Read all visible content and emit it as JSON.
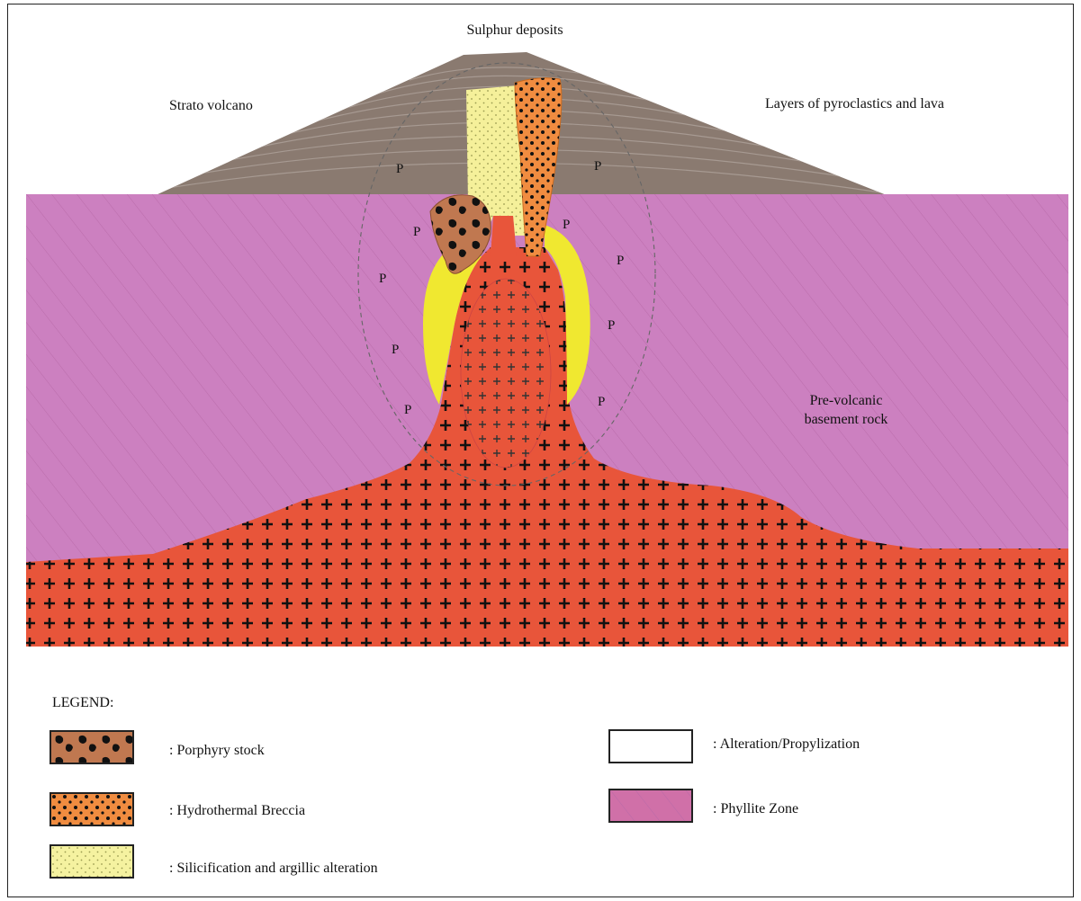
{
  "labels": {
    "sulphur": "Sulphur deposits",
    "strato": "Strato volcano",
    "layers": "Layers of pyroclastics and lava",
    "basement_line1": "Pre-volcanic",
    "basement_line2": "basement rock"
  },
  "propylitic_marker": "P",
  "legend": {
    "title": "LEGEND:",
    "items": [
      {
        "label": ": Porphyry stock",
        "color": "#c07850",
        "pattern": "blobs"
      },
      {
        "label": ": Hydrothermal Breccia",
        "color": "#f08c40",
        "pattern": "dots"
      },
      {
        "label": ": Silicification and argillic alteration",
        "color": "#f5f2a0",
        "pattern": "fine-dots"
      },
      {
        "label": ": Alteration/Propylization",
        "color": "#ffffff",
        "pattern": "none"
      },
      {
        "label": ": Phyllite Zone",
        "color": "#d070a8",
        "pattern": "hatch"
      }
    ]
  },
  "colors": {
    "volcano": "#8a7a70",
    "phyllite": "#cc80c0",
    "intrusion": "#e8553a",
    "silicification": "#f5f09a",
    "argillic": "#f0e830",
    "breccia": "#f08c40",
    "porphyry": "#c07850"
  }
}
